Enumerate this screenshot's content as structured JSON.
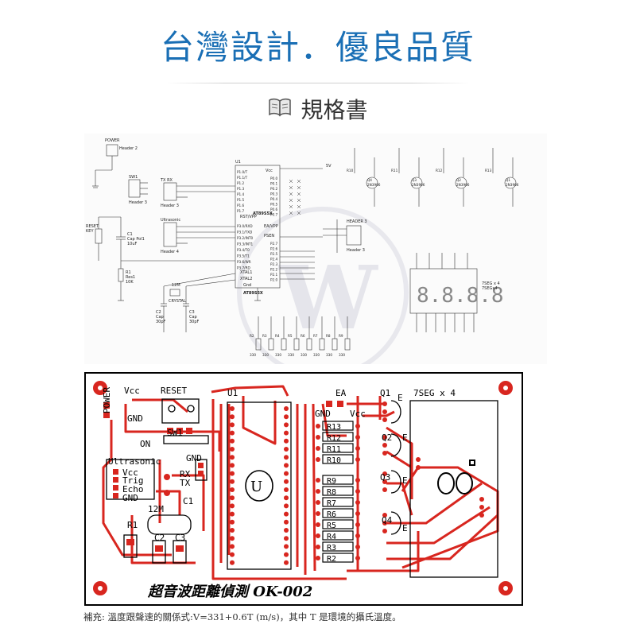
{
  "header": {
    "headline": "台灣設計．優良品質",
    "subheading": "規格書",
    "book_icon": "open-book-icon"
  },
  "schematic": {
    "labels": {
      "power": "POWER",
      "power_hdr": "Header 2",
      "sw1": "SW1",
      "sw1_hdr": "Header 3",
      "txrx": "TX RX",
      "txrx_hdr": "Header 3",
      "ultrasonic": "Ultrasonic",
      "ultra_hdr": "Header 4",
      "reset": "RESET",
      "reset2": "KEY",
      "c1": "C1",
      "c1v": "Cap Pol1",
      "c1val": "10uF",
      "r1": "R1",
      "r1v": "Res1",
      "r1val": "10K",
      "xtal": "12M",
      "xtal_name": "CRYSTAL",
      "c2": "C2",
      "c2v": "Cap",
      "c2val": "30pF",
      "c3": "C3",
      "c3v": "Cap",
      "c3val": "30pF",
      "u1": "U1",
      "chip": "AT89S5X",
      "chip2": "AT89S5X",
      "vcc": "Vcc",
      "gnd": "Gnd",
      "rst": "RST/VPP",
      "ea": "EA/VPP",
      "psen": "PSEN",
      "xtal1": "XTAL1",
      "xtal2": "XTAL2",
      "header3": "HEADER 3",
      "header3b": "Header 3",
      "seg_label": "7SEG x 4",
      "seg_sub": "7SEGx4",
      "five_v": "5V"
    },
    "left_pins": [
      "P1.0/T",
      "P1.1/T",
      "P1.2",
      "P1.3",
      "P1.4",
      "P1.5",
      "P1.6",
      "P1.7"
    ],
    "left_pins2": [
      "P3.0/RXD",
      "P3.1/TXD",
      "P3.2/INT0",
      "P3.3/INT1",
      "P3.4/T0",
      "P3.5/T1",
      "P3.6/WR",
      "P3.7/RD"
    ],
    "right_pins": [
      "P0.0",
      "P0.1",
      "P0.2",
      "P0.3",
      "P0.4",
      "P0.5",
      "P0.6",
      "P0.7"
    ],
    "right_pins2": [
      "P2.7",
      "P2.6",
      "P2.5",
      "P2.4",
      "P2.3",
      "P2.2",
      "P2.1",
      "P2.0"
    ],
    "transistors": [
      {
        "r": "R10",
        "q": "Q4",
        "part": "2N3906"
      },
      {
        "r": "R11",
        "q": "Q3",
        "part": "2N3906"
      },
      {
        "r": "R12",
        "q": "Q2",
        "part": "2N3906"
      },
      {
        "r": "R13",
        "q": "Q1",
        "part": "2N3906"
      }
    ],
    "bottom_resistors": [
      "R2",
      "R3",
      "R4",
      "R5",
      "R6",
      "R7",
      "R8",
      "R9"
    ],
    "res_val": "330"
  },
  "pcb": {
    "vcc": "Vcc",
    "reset": "RESET",
    "power": "POWER",
    "gnd": "GND",
    "sw1": "SW1",
    "on": "ON",
    "u1": "U1",
    "ea": "EA",
    "gnd2": "GND",
    "vcc2": "Vcc",
    "ultrasonic": "Ultrasonic",
    "u_vcc": "Vcc",
    "u_trig": "Trig",
    "u_echo": "Echo",
    "u_gnd": "GND",
    "gnd3": "GND",
    "rx": "RX",
    "tx": "TX",
    "c1": "C1",
    "r1": "R1",
    "l2m": "12M",
    "c2": "C2",
    "c3": "C3",
    "q1": "Q1",
    "q2": "Q2",
    "q3": "Q3",
    "q4": "Q4",
    "e": "E",
    "seg": "7SEG x 4",
    "resistors": [
      "R13",
      "R12",
      "R11",
      "R10",
      "R9",
      "R8",
      "R7",
      "R6",
      "R5",
      "R4",
      "R3",
      "R2"
    ],
    "title": "超音波距離偵測 OK-002"
  },
  "footnote": "補充: 溫度跟聲速的關係式:V=331+0.6T (m/s)，其中 T 是環境的攝氏溫度。",
  "colors": {
    "accent": "#1a6fb5",
    "pcb_red": "#d8261f",
    "watermark": "#c9c9d6"
  }
}
